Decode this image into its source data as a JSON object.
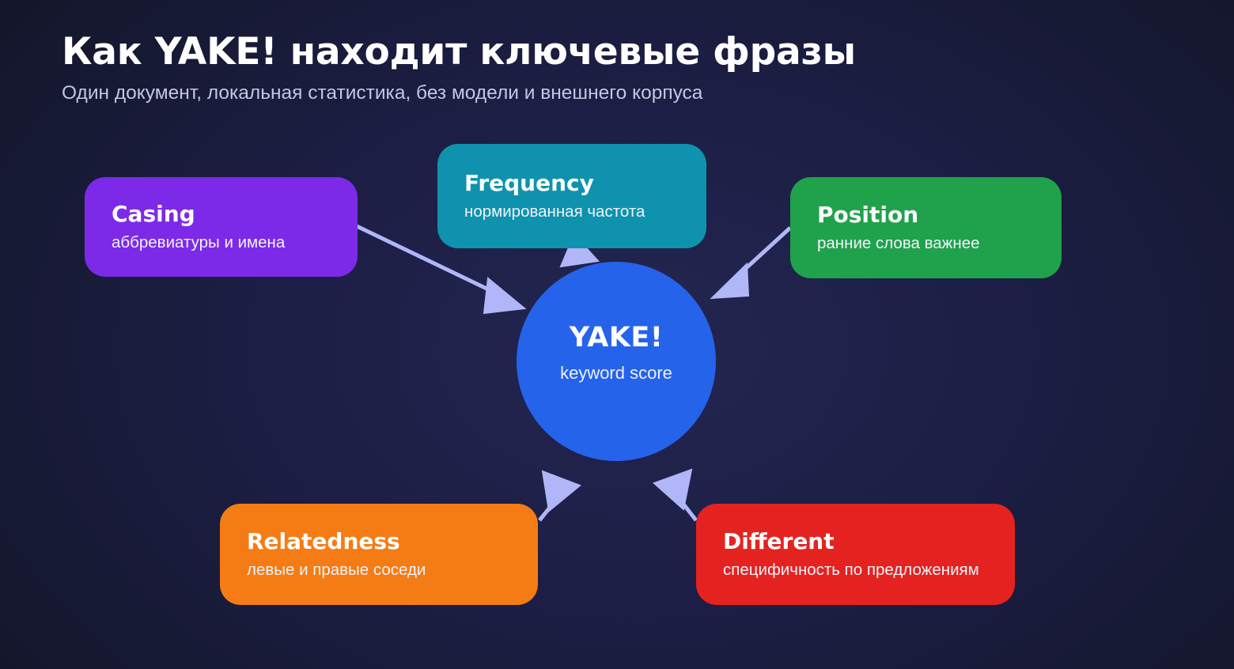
{
  "header": {
    "title": "Как YAKE! находит ключевые фразы",
    "subtitle": "Один документ, локальная статистика, без модели и внешнего корпуса"
  },
  "center": {
    "title": "YAKE!",
    "subtitle": "keyword score",
    "color": "#2563eb"
  },
  "features": [
    {
      "id": "casing",
      "title": "Casing",
      "subtitle": "аббревиатуры и имена",
      "color": "#7c2ae8"
    },
    {
      "id": "frequency",
      "title": "Frequency",
      "subtitle": "нормированная частота",
      "color": "#0f92ad"
    },
    {
      "id": "position",
      "title": "Position",
      "subtitle": "ранние слова важнее",
      "color": "#1fa24b"
    },
    {
      "id": "relatedness",
      "title": "Relatedness",
      "subtitle": "левые и правые соседи",
      "color": "#f57c14"
    },
    {
      "id": "different",
      "title": "Different",
      "subtitle": "специфичность по предложениям",
      "color": "#e42320"
    }
  ],
  "arrows": {
    "color": "#b0b6f7",
    "connections": [
      {
        "from": "casing",
        "to": "center"
      },
      {
        "from": "frequency",
        "to": "center"
      },
      {
        "from": "position",
        "to": "center"
      },
      {
        "from": "relatedness",
        "to": "center"
      },
      {
        "from": "different",
        "to": "center"
      }
    ]
  },
  "background": {
    "color": "#1b1d44",
    "edge_color": "#141629"
  }
}
